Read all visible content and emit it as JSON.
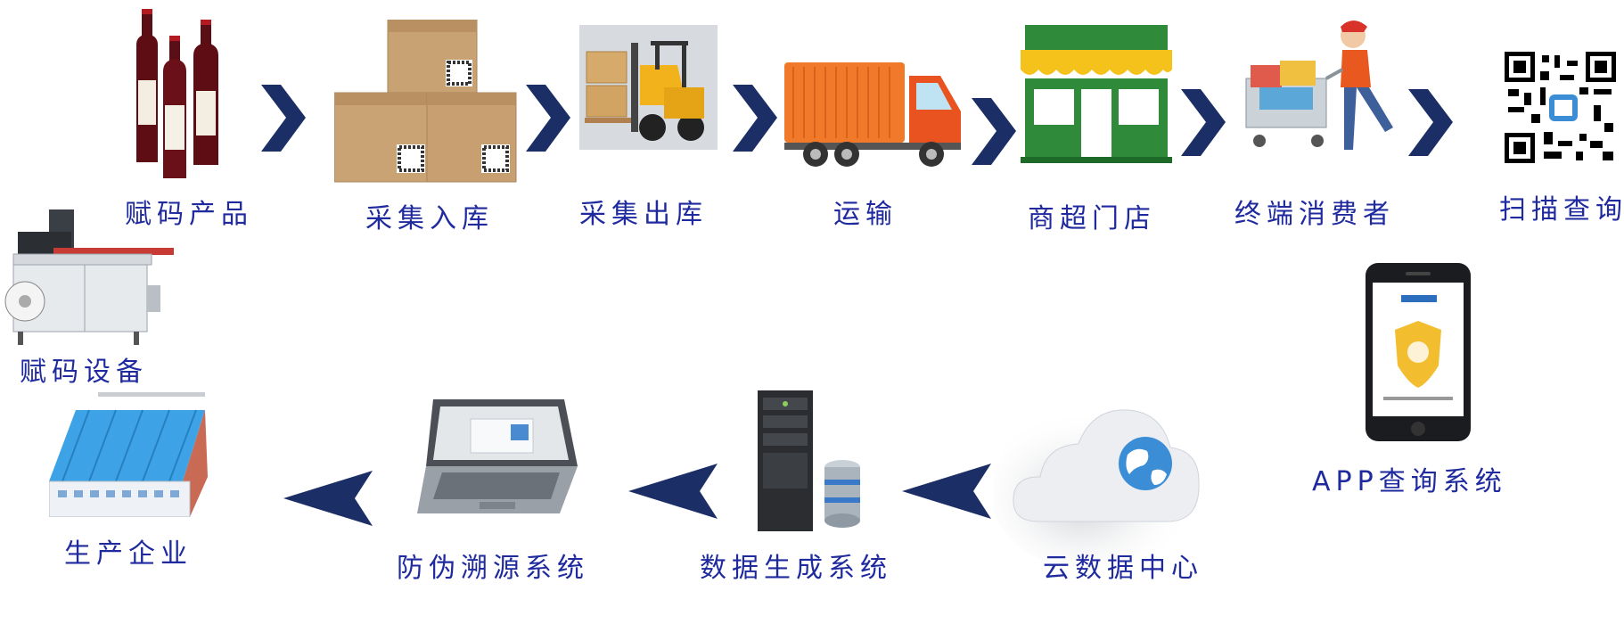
{
  "colors": {
    "arrow": "#1b2f66",
    "label": "#1f2a9e",
    "cardboard": "#c8a070",
    "truck_orange": "#f07a2a",
    "shop_green": "#2f8a3a",
    "cloud_grey": "#e6e8ee",
    "building_blue": "#3da3e6"
  },
  "top_row": [
    {
      "label": "赋码产品",
      "icon": "wine-bottles-icon"
    },
    {
      "label": "采集入库",
      "icon": "cardboard-boxes-icon"
    },
    {
      "label": "采集出库",
      "icon": "forklift-icon"
    },
    {
      "label": "运输",
      "icon": "truck-icon"
    },
    {
      "label": "商超门店",
      "icon": "store-front-icon"
    },
    {
      "label": "终端消费者",
      "icon": "shopper-cart-icon"
    },
    {
      "label": "扫描查询",
      "icon": "qr-code-icon"
    }
  ],
  "side_nodes": {
    "coding_device": {
      "label": "赋码设备",
      "icon": "coding-machine-icon"
    },
    "app_query": {
      "label": "APP查询系统",
      "icon": "smartphone-icon"
    }
  },
  "bottom_row": [
    {
      "label": "生产企业",
      "icon": "factory-building-icon"
    },
    {
      "label": "防伪溯源系统",
      "icon": "laptop-icon"
    },
    {
      "label": "数据生成系统",
      "icon": "server-database-icon"
    },
    {
      "label": "云数据中心",
      "icon": "cloud-globe-icon"
    }
  ]
}
